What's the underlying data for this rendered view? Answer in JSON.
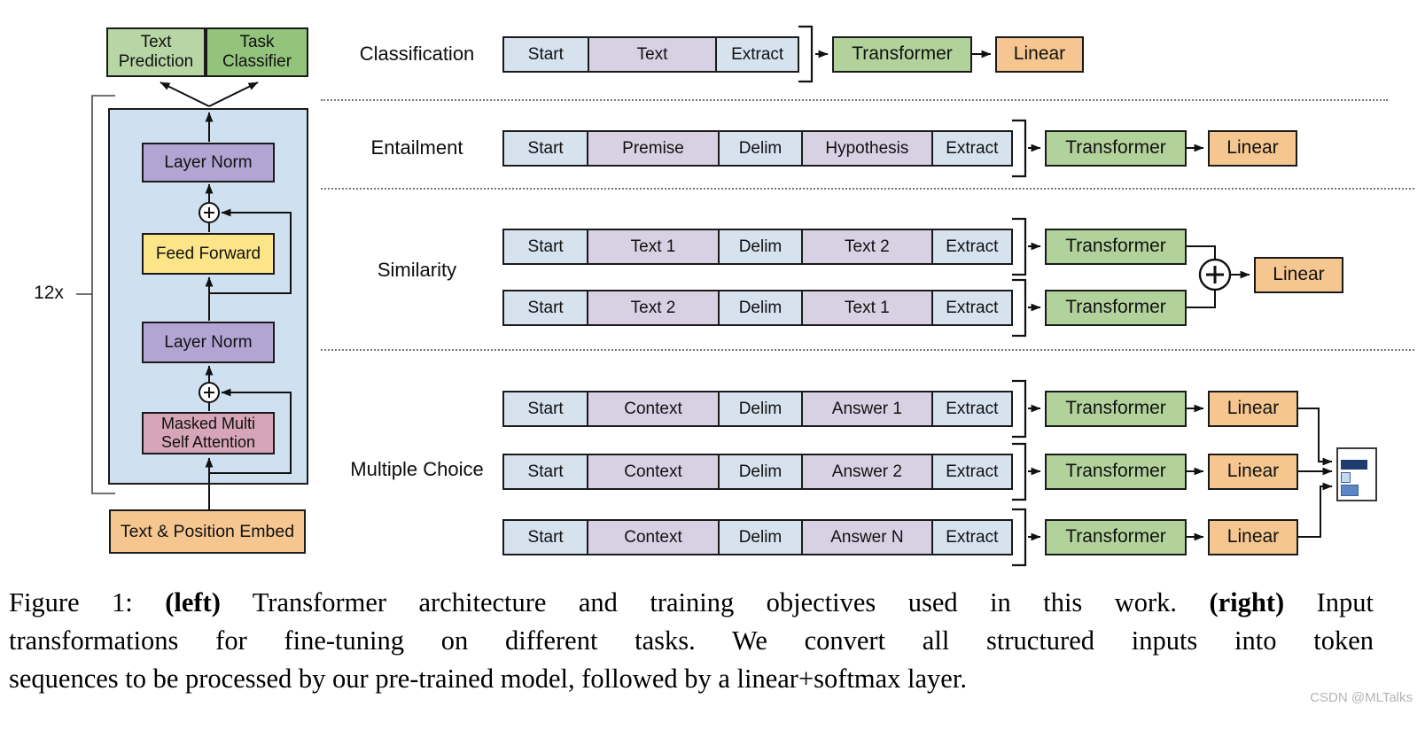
{
  "left_diagram": {
    "repeat_label": "12x",
    "text_prediction": "Text Prediction",
    "task_classifier": "Task Classifier",
    "layer_norm_top": "Layer Norm",
    "feed_forward": "Feed Forward",
    "layer_norm_bottom": "Layer Norm",
    "masked_attention_line1": "Masked Multi",
    "masked_attention_line2": "Self Attention",
    "embed": "Text & Position Embed"
  },
  "shared": {
    "transformer": "Transformer",
    "linear": "Linear",
    "plus_symbol": "+"
  },
  "tasks": {
    "classification": {
      "label": "Classification",
      "tokens": [
        "Start",
        "Text",
        "Extract"
      ]
    },
    "entailment": {
      "label": "Entailment",
      "tokens": [
        "Start",
        "Premise",
        "Delim",
        "Hypothesis",
        "Extract"
      ]
    },
    "similarity": {
      "label": "Similarity",
      "rows": [
        [
          "Start",
          "Text 1",
          "Delim",
          "Text 2",
          "Extract"
        ],
        [
          "Start",
          "Text 2",
          "Delim",
          "Text 1",
          "Extract"
        ]
      ]
    },
    "multiple_choice": {
      "label": "Multiple Choice",
      "rows": [
        [
          "Start",
          "Context",
          "Delim",
          "Answer 1",
          "Extract"
        ],
        [
          "Start",
          "Context",
          "Delim",
          "Answer 2",
          "Extract"
        ],
        [
          "Start",
          "Context",
          "Delim",
          "Answer N",
          "Extract"
        ]
      ]
    }
  },
  "caption": {
    "lines": [
      {
        "parts": [
          {
            "text": "Figure 1: "
          },
          {
            "text": "(left)"
          },
          {
            "text": " Transformer architecture and training objectives used in this work. "
          },
          {
            "text": "(right)"
          },
          {
            "text": " Input"
          }
        ]
      },
      {
        "parts": [
          {
            "text": "transformations for fine-tuning on different tasks. We convert all structured inputs into token"
          }
        ]
      },
      {
        "parts": [
          {
            "text": "sequences to be processed by our pre-trained model, followed by a linear+softmax layer."
          }
        ]
      }
    ]
  },
  "watermark": "CSDN @MLTalks",
  "colors": {
    "container_blue": "#cfe0f0",
    "layer_norm_purple": "#b2a5d4",
    "feed_forward_yellow": "#fce588",
    "attention_pink": "#d6a6b8",
    "embed_orange": "#f5c68f",
    "text_prediction_green": "#b7d6a4",
    "task_classifier_green": "#94c47c",
    "transformer_green": "#b2d29c",
    "linear_orange": "#f5c68f",
    "token_blue": "#d7e2ef",
    "token_lavender": "#d8d0e3",
    "result_navy": "#1e3d6e",
    "result_light_blue": "#c5d9ee",
    "result_mid_blue": "#5a87c2"
  }
}
